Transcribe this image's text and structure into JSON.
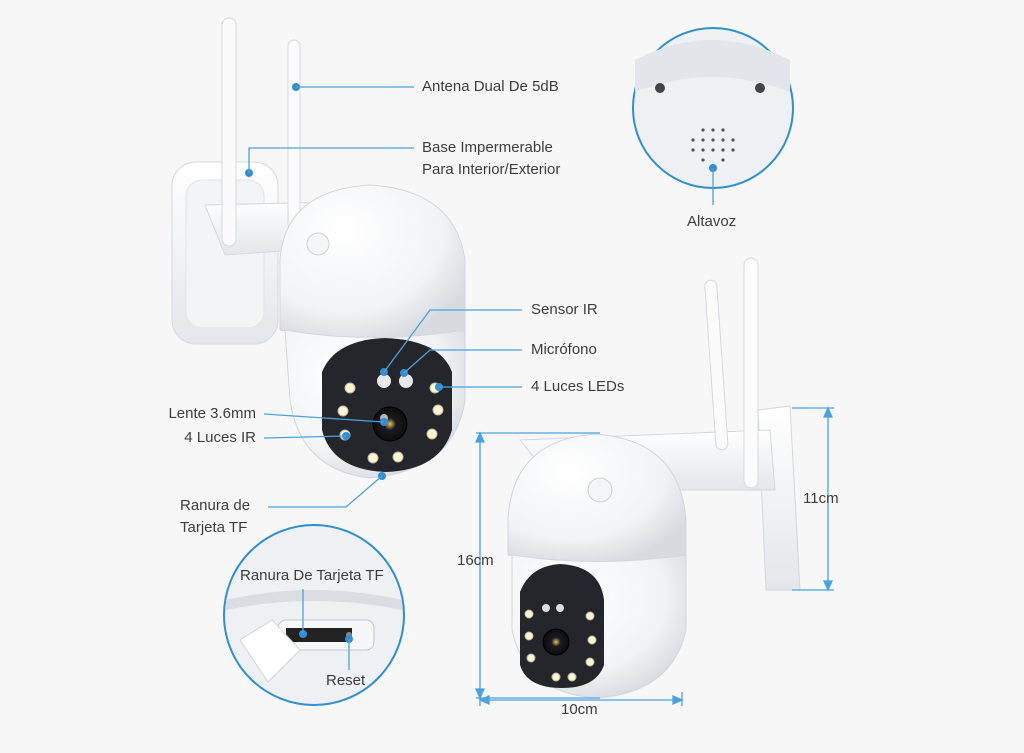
{
  "labels": {
    "antenna": "Antena Dual De 5dB",
    "base_line1": "Base Impermerable",
    "base_line2": "Para Interior/Exterior",
    "speaker": "Altavoz",
    "ir_sensor": "Sensor IR",
    "microphone": "Micrófono",
    "leds": "4 Luces LEDs",
    "lens": "Lente 3.6mm",
    "ir_lights": "4 Luces IR",
    "tf_slot_line1": "Ranura de",
    "tf_slot_line2": "Tarjeta TF",
    "tf_slot_zoom": "Ranura De Tarjeta TF",
    "reset": "Reset"
  },
  "dimensions": {
    "height": "16cm",
    "depth": "11cm",
    "width": "10cm"
  },
  "colors": {
    "accent": "#2f8fd0",
    "line": "#4aa3dd",
    "body": "#ffffff",
    "shadow": "#d9dde2"
  }
}
